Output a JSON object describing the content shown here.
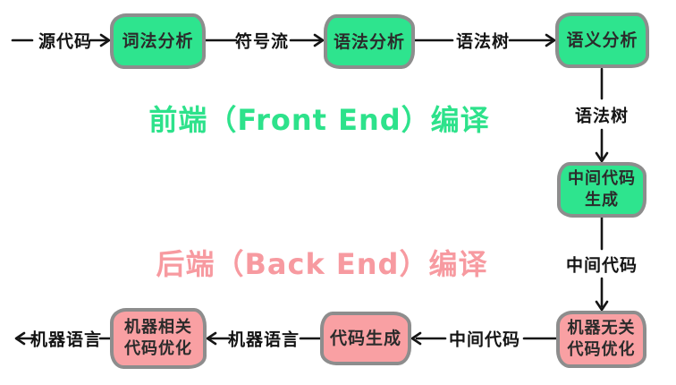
{
  "titles": {
    "front_end": "前端（Front End）编译",
    "back_end": "后端（Back End）编译"
  },
  "nodes": [
    {
      "id": "lexical-analysis",
      "label": "词法分析",
      "stage": "front-end"
    },
    {
      "id": "syntax-analysis",
      "label": "语法分析",
      "stage": "front-end"
    },
    {
      "id": "semantic-analysis",
      "label": "语义分析",
      "stage": "front-end"
    },
    {
      "id": "intermediate-code-generation",
      "label": "中间代码\n生成",
      "stage": "front-end"
    },
    {
      "id": "machine-independent-optimization",
      "label": "机器无关\n代码优化",
      "stage": "back-end"
    },
    {
      "id": "code-generation",
      "label": "代码生成",
      "stage": "back-end"
    },
    {
      "id": "machine-dependent-optimization",
      "label": "机器相关\n代码优化",
      "stage": "back-end"
    }
  ],
  "edge_labels": [
    {
      "text": "源代码"
    },
    {
      "text": "符号流"
    },
    {
      "text": "语法树"
    },
    {
      "text": "语法树"
    },
    {
      "text": "中间代码"
    },
    {
      "text": "中间代码"
    },
    {
      "text": "机器语言"
    },
    {
      "text": "机器语言"
    }
  ],
  "colors": {
    "front_end_fill": "#2ee48e",
    "back_end_fill": "#f9a0a3",
    "box_border": "#8d8d8d",
    "connector_line": "#151515",
    "front_end_title": "#2de28b",
    "back_end_title": "#f79aa0"
  }
}
